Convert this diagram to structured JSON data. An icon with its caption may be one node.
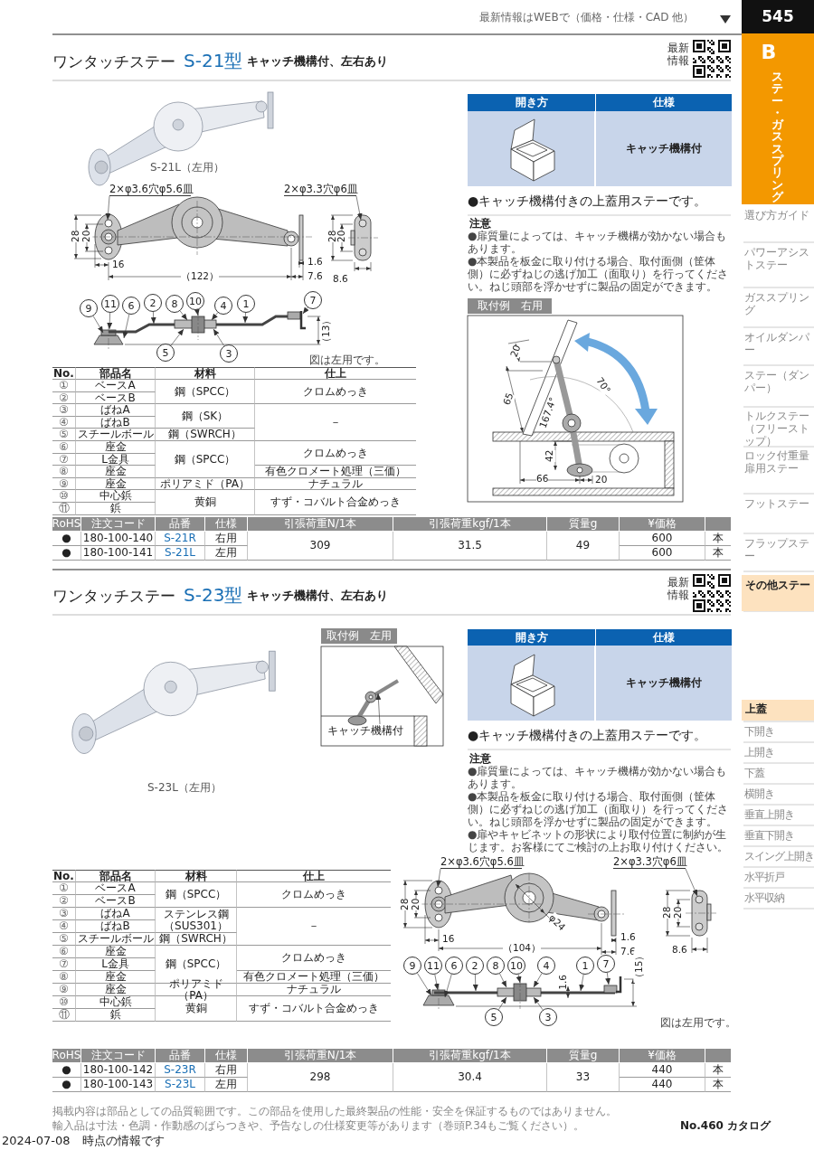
{
  "diagram": {
    "nodes": [
      {
        "text": [
          "2×φ3.6穴φ5.6皿"
        ]
      },
      {
        "text": [
          "2×φ3.3穴φ6皿"
        ]
      },
      {
        "text": [],
        "shape": "picture"
      },
      {
        "text": [],
        "shape": "picture"
      },
      {
        "text": [
          "9"
        ]
      },
      {
        "text": [
          "11"
        ]
      },
      {
        "text": [
          "6"
        ]
      },
      {
        "text": [
          "2"
        ]
      },
      {
        "text": [
          "8"
        ]
      },
      {
        "text": [
          "10"
        ]
      },
      {
        "text": [
          "4"
        ]
      },
      {
        "text": [
          "1"
        ]
      },
      {
        "text": [
          "7"
        ]
      },
      {
        "text": [
          "5"
        ]
      },
      {
        "text": [
          "3"
        ]
      },
      {
        "text": [],
        "shape": "picture"
      },
      {
        "text": [
          "キャッチ機構付"
        ],
        "in": 17
      },
      {
        "text": [],
        "shape": "picture",
        "beside": [
          "取付例　左用"
        ]
      },
      {
        "text": [
          "2×φ3.6穴φ5.6皿"
        ]
      },
      {
        "text": [
          "2×φ3.3穴φ6皿"
        ]
      },
      {
        "text": [],
        "shape": "picture"
      },
      {
        "text": [],
        "shape": "picture"
      },
      {
        "text": [
          "9"
        ]
      },
      {
        "text": [
          "11"
        ]
      },
      {
        "text": [
          "6"
        ]
      },
      {
        "text": [
          "2"
        ]
      },
      {
        "text": [
          "8"
        ]
      },
      {
        "text": [
          "10"
        ]
      },
      {
        "text": [
          "4"
        ]
      },
      {
        "text": [
          "1"
        ]
      },
      {
        "text": [
          "7"
        ]
      },
      {
        "text": [
          "5"
        ]
      },
      {
        "text": [
          "3"
        ]
      },
      {
        "text": [],
        "shape": "picture"
      }
    ],
    "edges": [
      {
        "from": 0,
        "to": 2,
        "arrow": "to"
      },
      {
        "from": 1,
        "to": 3,
        "arrow": "to"
      },
      {
        "from": 4,
        "to": 15,
        "arrow": "to"
      },
      {
        "from": 5,
        "to": 15,
        "arrow": "to"
      },
      {
        "from": 6,
        "to": 15,
        "arrow": "to"
      },
      {
        "from": 7,
        "to": 15,
        "arrow": "to"
      },
      {
        "from": 8,
        "to": 15,
        "arrow": "to"
      },
      {
        "from": 9,
        "to": 15,
        "arrow": "to"
      },
      {
        "from": 10,
        "to": 15,
        "arrow": "to"
      },
      {
        "from": 11,
        "to": 15,
        "arrow": "to"
      },
      {
        "from": 12,
        "to": 15,
        "arrow": "to"
      },
      {
        "from": 13,
        "to": 15,
        "arrow": "to"
      },
      {
        "from": 14,
        "to": 15,
        "arrow": "to"
      },
      {
        "from": 16,
        "to": 17,
        "arrow": "to"
      },
      {
        "from": 18,
        "to": 20,
        "arrow": "to"
      },
      {
        "from": 19,
        "to": 21,
        "arrow": "to"
      },
      {
        "from": 22,
        "to": 33,
        "arrow": "to"
      },
      {
        "from": 23,
        "to": 33,
        "arrow": "to"
      },
      {
        "from": 24,
        "to": 33,
        "arrow": "to"
      },
      {
        "from": 25,
        "to": 33,
        "arrow": "to"
      },
      {
        "from": 26,
        "to": 33,
        "arrow": "to"
      },
      {
        "from": 27,
        "to": 33,
        "arrow": "to"
      },
      {
        "from": 28,
        "to": 33,
        "arrow": "to"
      },
      {
        "from": 29,
        "to": 33,
        "arrow": "to"
      },
      {
        "from": 30,
        "to": 33,
        "arrow": "to"
      },
      {
        "from": 31,
        "to": 33,
        "arrow": "to"
      },
      {
        "from": 32,
        "to": 33,
        "arrow": "to"
      }
    ],
    "labels": [
      "最新情報はWEBで（価格・仕様・CAD 他）",
      "545",
      "B",
      "ステー・ガススプリング",
      "選び方ガイド",
      "パワーアシストステー",
      "ガススプリング",
      "オイルダンパー",
      "ステー（ダンパー）",
      "トルクステー（フリーストップ）",
      "ロック付重量扉用ステー",
      "フットステー",
      "フラップステー",
      "その他ステー",
      "上蓋",
      "下開き",
      "上開き",
      "下蓋",
      "横開き",
      "垂直上開き",
      "垂直下開き",
      "スイング上開き",
      "水平折戸",
      "水平収納",
      "ワンタッチステー",
      "S-21型",
      "キャッチ機構付、左右あり",
      "最新情報",
      "開き方",
      "仕様",
      "キャッチ機構付",
      "S-21L（左用）",
      "●キャッチ機構付きの上蓋用ステーです。",
      "注意",
      "●扉質量によっては、キャッチ機構が効かない場合もあります。",
      "●本製品を板金に取り付ける場合、取付面側（筐体側）に必ずねじの逃げ加工（面取り）を行ってください。ねじ頭部を浮かせずに製品の固定ができます。",
      "28",
      "20",
      "16",
      "（122）",
      "1.6",
      "7.6",
      "28",
      "20",
      "8.6",
      "取付例　右用",
      "（13）",
      "図は左用です。",
      "20",
      "65",
      "167.4°",
      "70°",
      "42",
      "66",
      "20",
      "No.",
      "部品名",
      "材料",
      "仕上",
      "①",
      "ベースA",
      "鋼（SPCC）",
      "クロムめっき",
      "②",
      "ベースB",
      "③",
      "ばねA",
      "鋼（SK）",
      "－",
      "④",
      "ばねB",
      "⑤",
      "スチールボール",
      "鋼（SWRCH）",
      "⑥",
      "座金",
      "鋼（SPCC）",
      "クロムめっき",
      "⑦",
      "L金具",
      "⑧",
      "座金",
      "有色クロメート処理（三価）",
      "⑨",
      "座金",
      "ポリアミド（PA）",
      "ナチュラル",
      "⑩",
      "中心鋲",
      "黄銅",
      "すず・コバルト合金めっき",
      "⑪",
      "鋲",
      "RoHS",
      "注文コード",
      "品番",
      "仕様",
      "引張荷重N/1本",
      "引張荷重kgf/1本",
      "質量g",
      "¥価格",
      "●",
      "180-100-140",
      "S-21R",
      "右用",
      "309",
      "31.5",
      "49",
      "600",
      "本",
      "●",
      "180-100-141",
      "S-21L",
      "左用",
      "600",
      "本",
      "ワンタッチステー",
      "S-23型",
      "キャッチ機構付、左右あり",
      "最新情報",
      "開き方",
      "仕様",
      "キャッチ機構付",
      "S-23L（左用）",
      "●キャッチ機構付きの上蓋用ステーです。",
      "注意",
      "●扉質量によっては、キャッチ機構が効かない場合もあります。",
      "●本製品を板金に取り付ける場合、取付面側（筐体側）に必ずねじの逃げ加工（面取り）を行ってください。ねじ頭部を浮かせずに製品の固定ができます。",
      "●扉やキャビネットの形状により取付位置に制約が生じます。お客様にてご検討の上お取り付けください。",
      "No.",
      "部品名",
      "材料",
      "仕上",
      "①",
      "ベースA",
      "鋼（SPCC）",
      "クロムめっき",
      "②",
      "ベースB",
      "③",
      "ばねA",
      "ステンレス鋼（SUS301）",
      "－",
      "④",
      "ばねB",
      "⑤",
      "スチールボール",
      "鋼（SWRCH）",
      "⑥",
      "座金",
      "鋼（SPCC）",
      "クロムめっき",
      "⑦",
      "L金具",
      "⑧",
      "座金",
      "有色クロメート処理（三価）",
      "⑨",
      "座金",
      "ポリアミド（PA）",
      "ナチュラル",
      "⑩",
      "中心鋲",
      "黄銅",
      "すず・コバルト合金めっき",
      "⑪",
      "鋲",
      "28",
      "20",
      "16",
      "φ24",
      "（104）",
      "1.6",
      "7.6",
      "28",
      "20",
      "8.6",
      "1.6",
      "（15）",
      "図は左用です。",
      "RoHS",
      "注文コード",
      "品番",
      "仕様",
      "引張荷重N/1本",
      "引張荷重kgf/1本",
      "質量g",
      "¥価格",
      "●",
      "180-100-142",
      "S-23R",
      "右用",
      "298",
      "30.4",
      "33",
      "440",
      "本",
      "●",
      "180-100-143",
      "S-23L",
      "左用",
      "440",
      "本",
      "掲載内容は部品としての品質範囲です。この部品を使用した最終製品の性能・安全を保証するものではありません。",
      "輸入品は寸法・色調・作動感のばらつきや、予告なしの仕様変更等があります（巻頭P.34もご覧ください）。",
      "No.460 カタログ",
      "2024-07-08　時点の情報です"
    ]
  }
}
